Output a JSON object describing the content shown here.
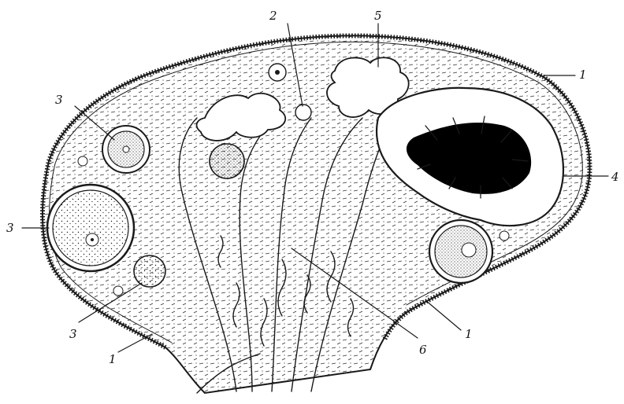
{
  "labels": {
    "l1_top_right": "1",
    "l1_bottom_right": "1",
    "l1_bottom_left": "1",
    "l2": "2",
    "l3_top": "3",
    "l3_mid": "3",
    "l3_bottom": "3",
    "l4": "4",
    "l5": "5",
    "l6": "6"
  },
  "colors": {
    "ink": "#1a1a1a",
    "background": "#ffffff",
    "cavity": "#000000"
  }
}
